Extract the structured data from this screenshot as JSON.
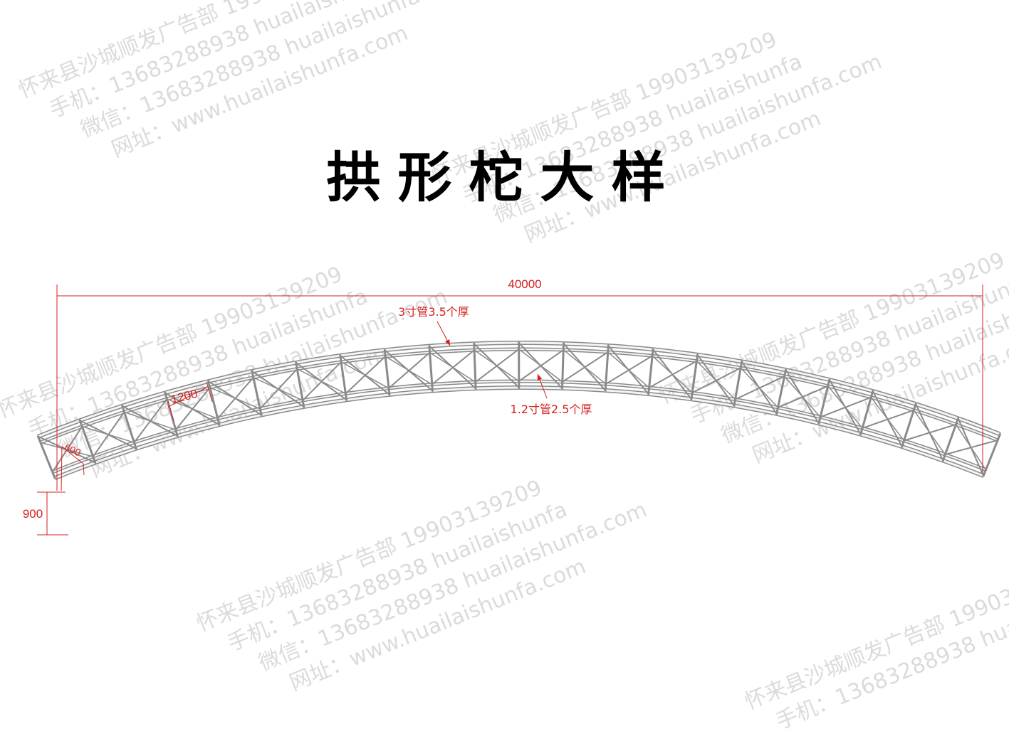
{
  "title": "拱形柁大样",
  "dimensions": {
    "span": "40000",
    "segment_length": "1200",
    "truss_depth": "600",
    "height": "900"
  },
  "callouts": {
    "top_chord": "3寸管3.5个厚",
    "bottom_chord": "1.2寸管2.5个厚"
  },
  "watermark": {
    "line1": "怀来县沙城顺发广告部  19903139209",
    "line2": "手机：13683288938  huailaishunfa",
    "line3": "微信：13683288938  huailaishunfa.com",
    "line4": "网址：www.huailaishunfa.com"
  },
  "colors": {
    "dimension": "#d42020",
    "truss": "#8a8a8a",
    "watermark": "#cfcfcf"
  }
}
